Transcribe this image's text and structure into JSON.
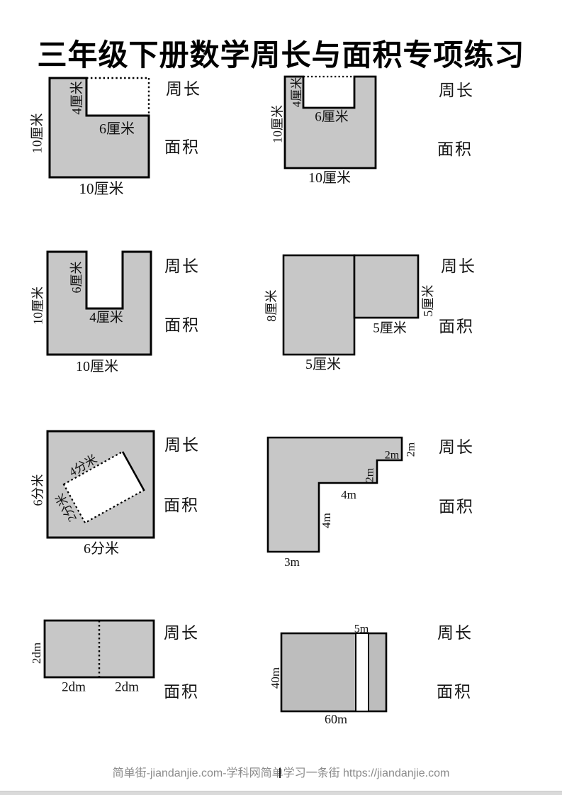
{
  "title": "三年级下册数学周长与面积专项练习",
  "labels": {
    "perimeter": "周长",
    "area": "面积"
  },
  "colors": {
    "shape_fill": "#c7c7c7",
    "shape_fill_dark": "#bdbdbd",
    "outline": "#000000",
    "footer_text": "#8a8a8a"
  },
  "figures": [
    {
      "name": "square-with-corner-notch",
      "dims": [
        "4厘米",
        "6厘米",
        "10厘米",
        "10厘米"
      ]
    },
    {
      "name": "square-with-top-notch",
      "dims": [
        "4厘米",
        "6厘米",
        "10厘米",
        "10厘米"
      ]
    },
    {
      "name": "square-with-deep-top-notch",
      "dims": [
        "6厘米",
        "4厘米",
        "10厘米",
        "10厘米"
      ]
    },
    {
      "name": "l-shape-two-rectangles",
      "dims": [
        "8厘米",
        "5厘米",
        "5厘米",
        "5厘米"
      ]
    },
    {
      "name": "square-with-rotated-inner-rect",
      "dims": [
        "4分米",
        "2分米",
        "6分米",
        "6分米"
      ]
    },
    {
      "name": "staircase-polygon",
      "dims": [
        "2m",
        "2m",
        "2m",
        "4m",
        "4m",
        "3m"
      ]
    },
    {
      "name": "rect-of-two-squares",
      "dims": [
        "2dm",
        "2dm",
        "2dm"
      ]
    },
    {
      "name": "rect-with-white-strip",
      "dims": [
        "5m",
        "40m",
        "60m"
      ]
    }
  ],
  "footer": {
    "text": "简单街-jiandanjie.com-学科网简单学习一条街 https://jiandanjie.com"
  }
}
